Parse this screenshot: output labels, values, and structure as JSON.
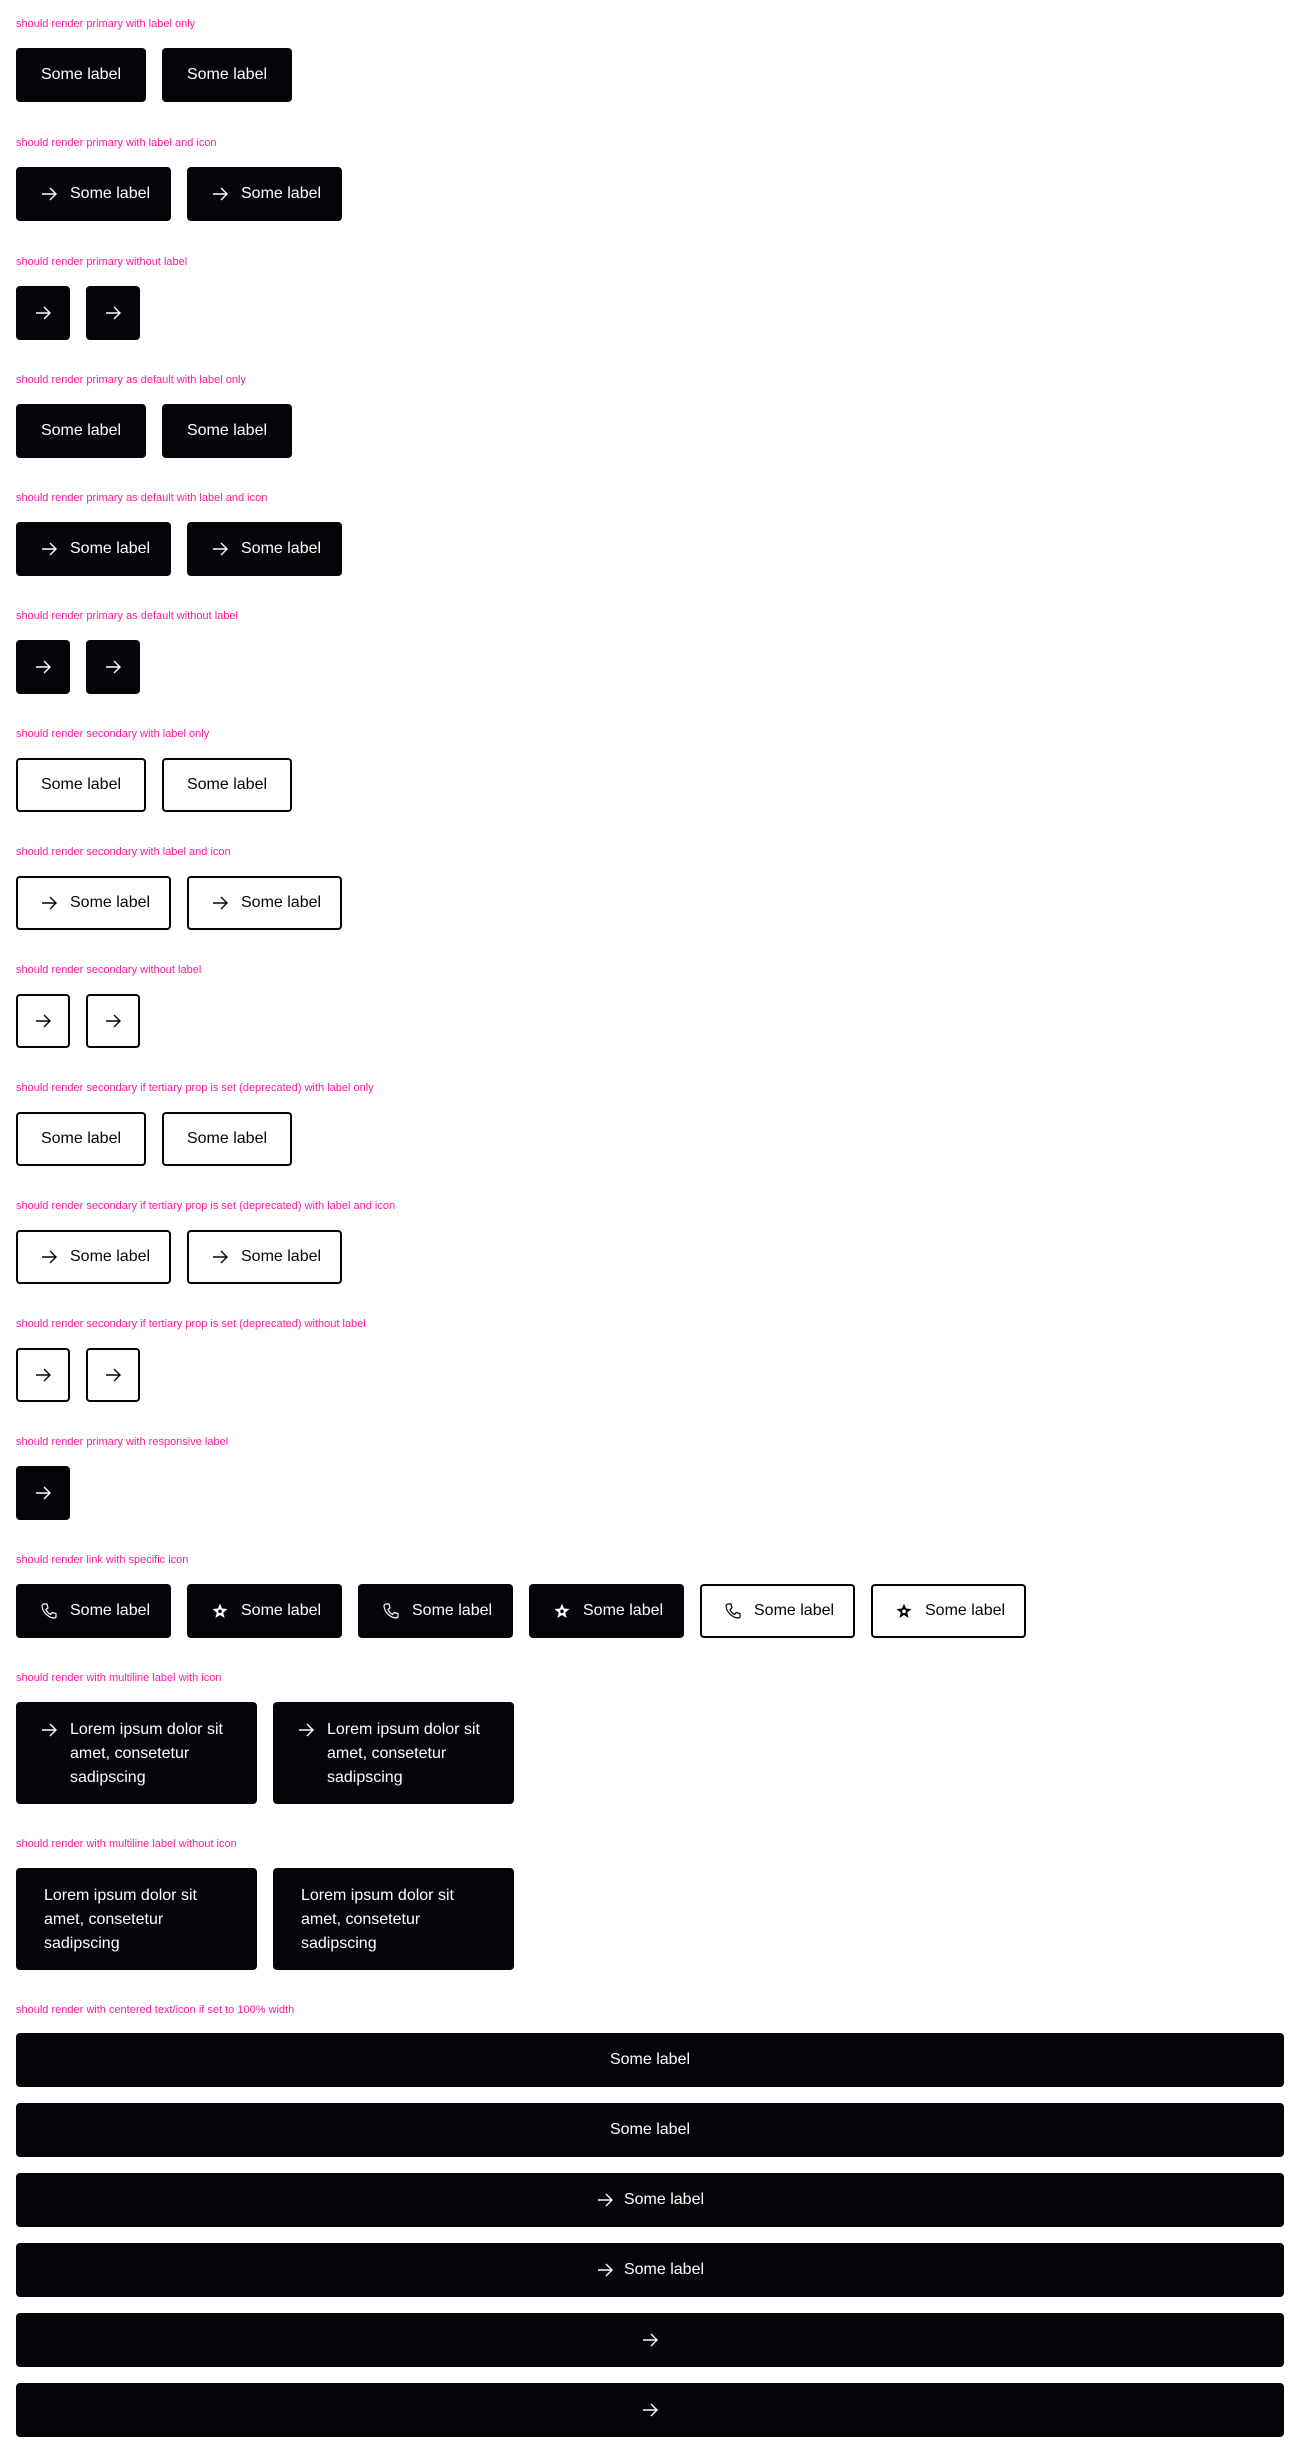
{
  "captions": {
    "s1": "should render primary with label only",
    "s2": "should render primary with label and icon",
    "s3": "should render primary without label",
    "s4": "should render primary as default with label only",
    "s5": "should render primary as default with label and icon",
    "s6": "should render primary as default without label",
    "s7": "should render secondary with label only",
    "s8": "should render secondary with label and icon",
    "s9": "should render secondary without label",
    "s10": "should render secondary if tertiary prop is set (deprecated) with label only",
    "s11": "should render secondary if tertiary prop is set (deprecated) with label and icon",
    "s12": "should render secondary if tertiary prop is set (deprecated) without label",
    "s13": "should render primary with responsive label",
    "s14": "should render link with specific icon",
    "s15": "should render with multiline label with icon",
    "s16": "should render with multiline label without icon",
    "s17": "should render with centered text/icon if set to 100% width"
  },
  "button_label": "Some label",
  "multiline_label": "Lorem ipsum dolor sit amet, consetetur sadipscing",
  "icons": {
    "default": "arrow-right-icon",
    "phone": "phone-icon",
    "star": "star-icon"
  },
  "colors": {
    "caption": "#ff1a9b",
    "primary_bg": "#050509",
    "primary_text": "#ffffff",
    "secondary_bg": "#ffffff",
    "secondary_text": "#050509"
  }
}
